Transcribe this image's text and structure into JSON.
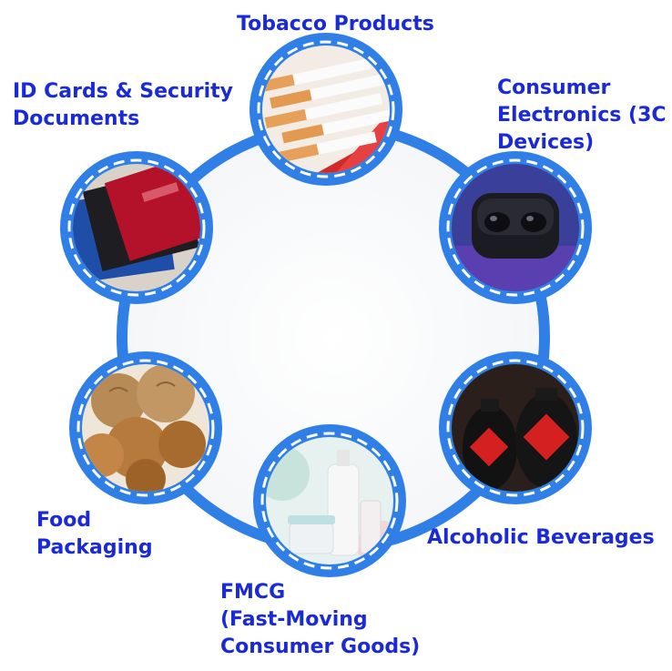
{
  "colors": {
    "ring": "#2f7fe6",
    "label": "#1a2ad6",
    "dash": "#ffffff"
  },
  "categories": [
    {
      "id": "tobacco",
      "lines": [
        "Tobacco Products"
      ],
      "icon": "cigarettes-photo-icon"
    },
    {
      "id": "electronics",
      "lines": [
        "Consumer",
        "Electronics (3C",
        "Devices)"
      ],
      "icon": "earbuds-case-photo-icon"
    },
    {
      "id": "alcohol",
      "lines": [
        "Alcoholic Beverages"
      ],
      "icon": "liquor-jars-photo-icon"
    },
    {
      "id": "fmcg",
      "lines": [
        "FMCG",
        "(Fast-Moving",
        "Consumer Goods)"
      ],
      "icon": "cosmetic-bottles-photo-icon"
    },
    {
      "id": "food",
      "lines": [
        "Food",
        " Packaging"
      ],
      "icon": "walnuts-photo-icon"
    },
    {
      "id": "id-cards",
      "lines": [
        "ID Cards & Security",
        " Documents"
      ],
      "icon": "id-card-holders-photo-icon"
    }
  ]
}
